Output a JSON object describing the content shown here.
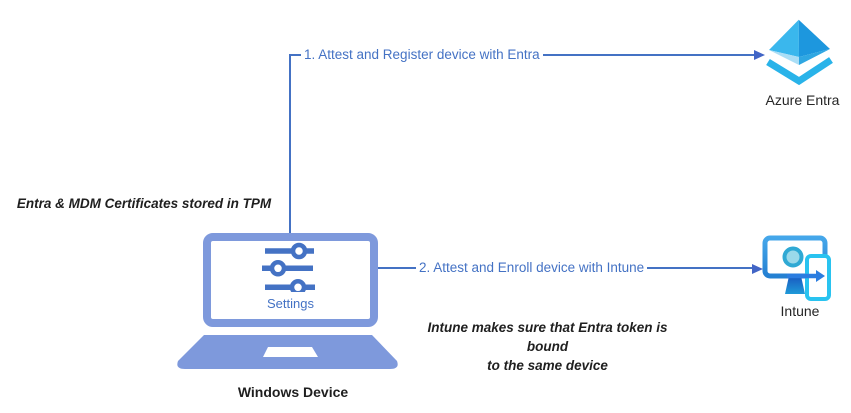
{
  "flows": {
    "flow1": {
      "label": "1. Attest and Register device with Entra"
    },
    "flow2": {
      "label": "2. Attest and Enroll device with Intune"
    }
  },
  "nodes": {
    "windows_device": {
      "label": "Windows Device",
      "screen_label": "Settings"
    },
    "azure_entra": {
      "label": "Azure Entra"
    },
    "intune": {
      "label": "Intune"
    }
  },
  "notes": {
    "tpm": "Entra & MDM Certificates stored in TPM",
    "token_line1": "Intune makes sure that Entra token is bound",
    "token_line2": "to the same device"
  },
  "colors": {
    "connector": "#4472C4",
    "flow_label": "#4472C4",
    "laptop_body": "#7E99DC",
    "slider": "#4472C4",
    "settings_label": "#4472C4",
    "note_text": "#1F1F1F",
    "entra_face_light": "#3AB7ED",
    "entra_face_dark": "#1D97DE",
    "entra_face_pale": "#AADEF6",
    "entra_face_mid": "#2FA7E2",
    "entra_chevron": "#29B3E9",
    "intune_monitor_top": "#45A7EA",
    "intune_monitor_bottom": "#2480D2",
    "intune_phone": "#29C3F0",
    "intune_stand_top": "#1959C0",
    "intune_stand_bottom": "#1F9AD8",
    "intune_arrow": "#2B7DE0",
    "intune_circle_ring": "#2FA9D4",
    "intune_circle_fill": "#9AD9EA"
  }
}
